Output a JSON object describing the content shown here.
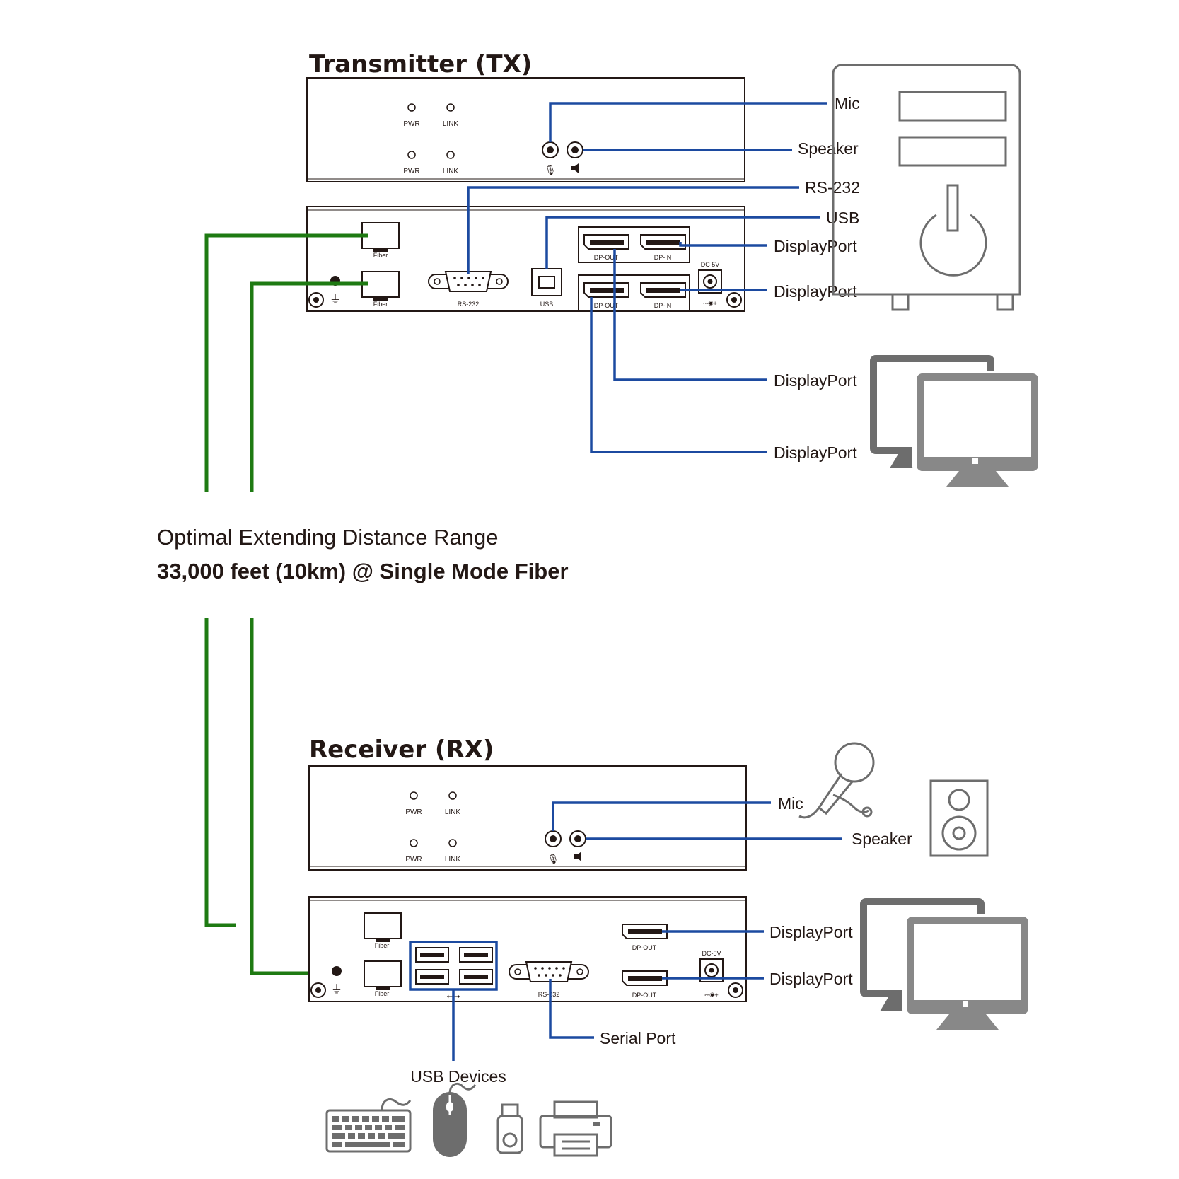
{
  "colors": {
    "cable_signal": "#1c4aa0",
    "cable_fiber": "#1e7a12",
    "device_gray": "#6d6d6d",
    "text": "#231815"
  },
  "transmitter": {
    "title": "Transmitter (TX)",
    "front": {
      "led_labels": [
        "PWR",
        "LINK",
        "PWR",
        "LINK"
      ],
      "callouts": {
        "mic": "Mic",
        "speaker": "Speaker"
      }
    },
    "rear": {
      "port_labels": {
        "fiber1": "Fiber",
        "fiber2": "Fiber",
        "serial": "RS-232",
        "usb": "USB",
        "dp_out_1": "DP-OUT",
        "dp_in_1": "DP-IN",
        "dp_out_2": "DP-OUT",
        "dp_in_2": "DP-IN",
        "dc": "DC 5V"
      },
      "callouts": {
        "rs232": "RS-232",
        "usb": "USB",
        "dp_in_1": "DisplayPort",
        "dp_in_2": "DisplayPort",
        "dp_out_1": "DisplayPort",
        "dp_out_2": "DisplayPort"
      }
    }
  },
  "distance": {
    "line1": "Optimal Extending Distance Range",
    "line2": "33,000 feet (10km) @ Single Mode Fiber"
  },
  "receiver": {
    "title": "Receiver (RX)",
    "front": {
      "led_labels": [
        "PWR",
        "LINK",
        "PWR",
        "LINK"
      ],
      "callouts": {
        "mic": "Mic",
        "speaker": "Speaker"
      }
    },
    "rear": {
      "port_labels": {
        "fiber1": "Fiber",
        "fiber2": "Fiber",
        "serial": "RS-232",
        "dp_out_1": "DP-OUT",
        "dp_out_2": "DP-OUT",
        "dc": "DC-5V"
      },
      "callouts": {
        "dp_out_1": "DisplayPort",
        "dp_out_2": "DisplayPort",
        "serial": "Serial Port",
        "usb": "USB Devices"
      }
    }
  },
  "icons": [
    "pc-tower-icon",
    "dual-monitor-icon",
    "microphone-icon",
    "speaker-icon",
    "keyboard-icon",
    "mouse-icon",
    "usb-drive-icon",
    "printer-icon"
  ]
}
